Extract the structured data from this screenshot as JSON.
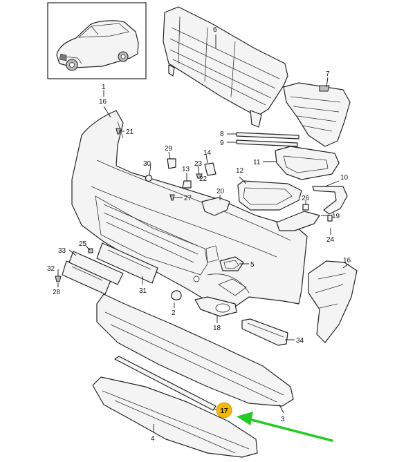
{
  "callouts": {
    "c1": "1",
    "c16a": "16",
    "c21": "21",
    "c29": "29",
    "c30": "30",
    "c14": "14",
    "c13": "13",
    "c23": "23",
    "c22": "22",
    "c27": "27",
    "c20": "20",
    "c6": "6",
    "c7": "7",
    "c8": "8",
    "c9": "9",
    "c11": "11",
    "c12": "12",
    "c10": "10",
    "c26": "26",
    "c19": "19",
    "c24": "24",
    "c33": "33",
    "c25": "25",
    "c32": "32",
    "c28": "28",
    "c31": "31",
    "c2": "2",
    "c5": "5",
    "c16b": "16",
    "c18": "18",
    "c34": "34",
    "c3": "3",
    "c17": "17",
    "c4": "4"
  },
  "colors": {
    "highlight_badge": "#f5b800",
    "arrow": "#22cc22",
    "line": "#222222"
  }
}
